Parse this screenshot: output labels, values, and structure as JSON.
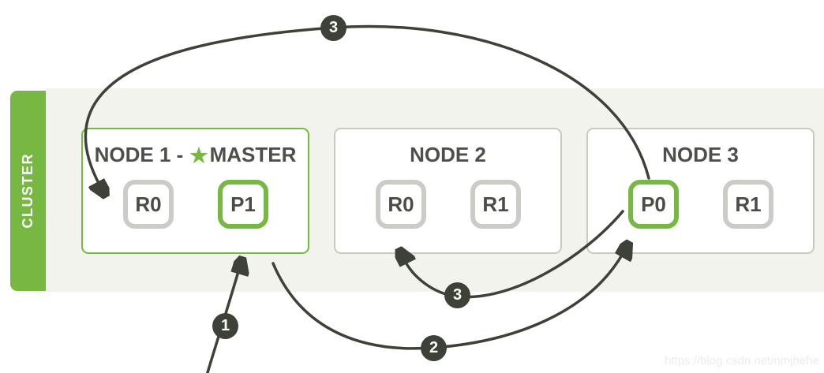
{
  "cluster": {
    "label": "CLUSTER"
  },
  "nodes": [
    {
      "title_prefix": "NODE 1 -",
      "master_label": "MASTER",
      "star_icon": "★",
      "shards": [
        {
          "label": "R0",
          "type": "replica"
        },
        {
          "label": "P1",
          "type": "primary"
        }
      ]
    },
    {
      "title": "NODE 2",
      "shards": [
        {
          "label": "R0",
          "type": "replica"
        },
        {
          "label": "R1",
          "type": "replica"
        }
      ]
    },
    {
      "title": "NODE 3",
      "shards": [
        {
          "label": "P0",
          "type": "primary"
        },
        {
          "label": "R1",
          "type": "replica"
        }
      ]
    }
  ],
  "steps": {
    "one": "1",
    "two": "2",
    "three": "3"
  },
  "watermark": "https://blog.csdn.net/nmjhehe",
  "colors": {
    "green": "#77b843",
    "dark": "#3e4138",
    "band": "#f2f3ec",
    "node_border_gray": "#c9c9c4",
    "shard_border_gray": "#cbcbc8"
  }
}
